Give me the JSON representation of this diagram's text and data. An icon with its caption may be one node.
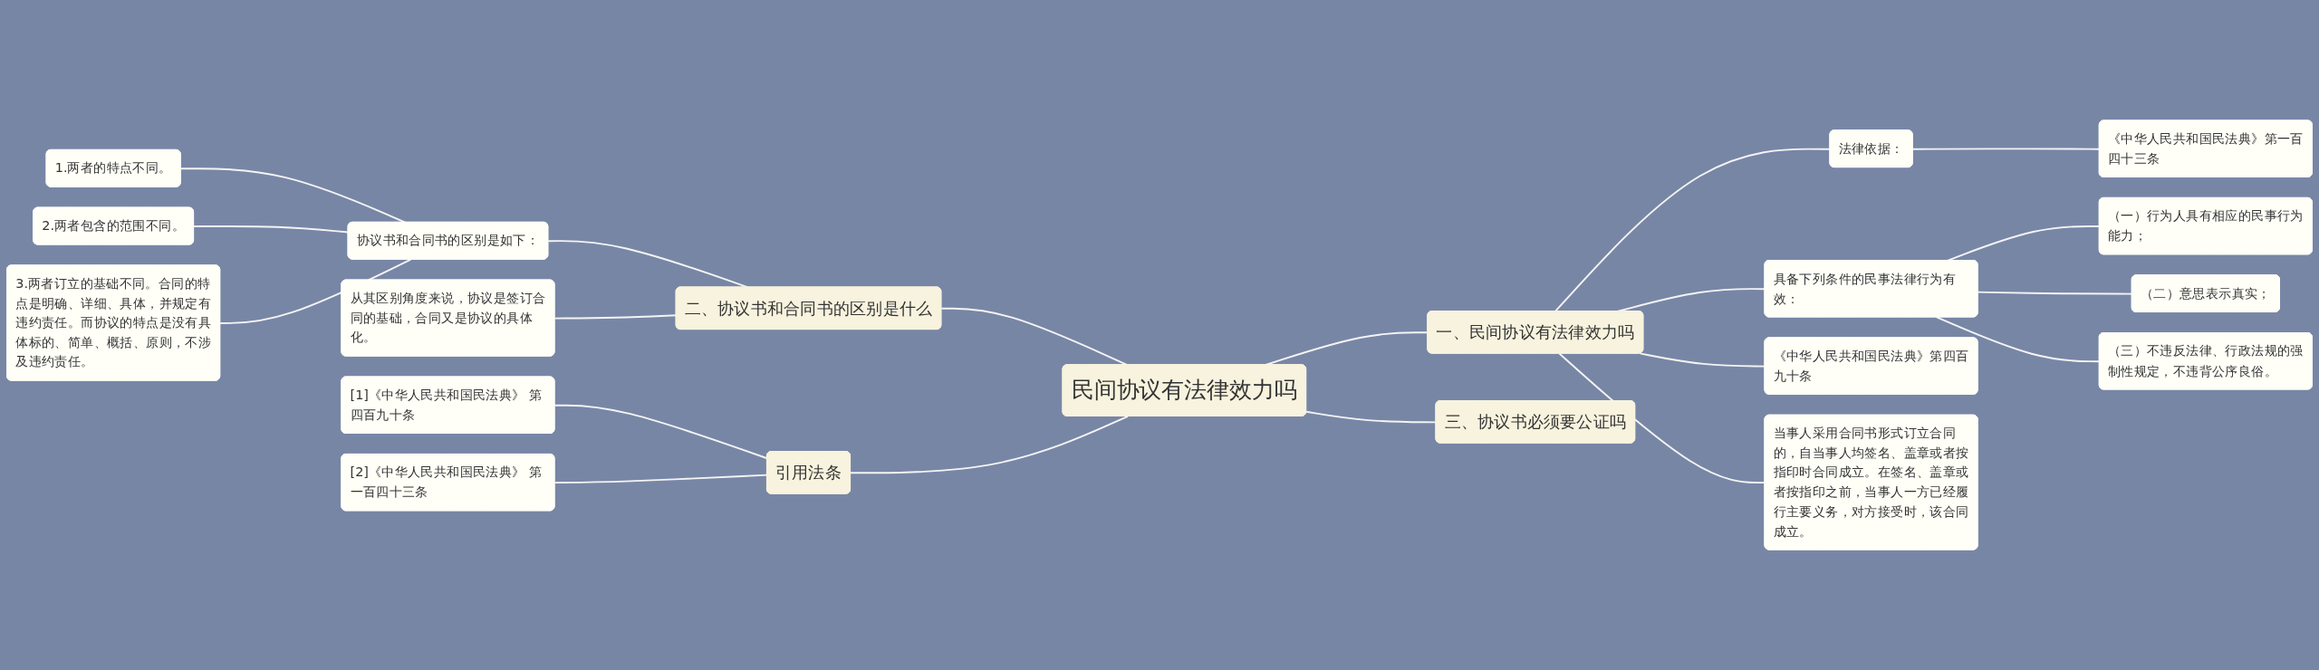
{
  "diagram": {
    "nodes": [
      {
        "text": [
          "民间协议有法律效力吗"
        ]
      },
      {
        "text": [
          "二、协议书和合同书的区别是什么"
        ]
      },
      {
        "text": [
          "协议书和合同书的区别是如下："
        ]
      },
      {
        "text": [
          "1.两者的特点不同。"
        ]
      },
      {
        "text": [
          "2.两者包含的范围不同。"
        ]
      },
      {
        "text": [
          "3.两者订立的基础不同。合同的特点是明确、详细、具体，并规定有违约责任。而协议的特点是没有具体标的、简单、概括、原则，不涉及违约责任。"
        ]
      },
      {
        "text": [
          "从其区别角度来说，协议是签订合同的基础，合同又是协议的具体化。"
        ]
      },
      {
        "text": [
          "引用法条"
        ]
      },
      {
        "text": [
          "[1]《中华人民共和国民法典》 第四百九十条"
        ]
      },
      {
        "text": [
          "[2]《中华人民共和国民法典》 第一百四十三条"
        ]
      },
      {
        "text": [
          "一、民间协议有法律效力吗"
        ]
      },
      {
        "text": [
          "法律依据："
        ]
      },
      {
        "text": [
          "《中华人民共和国民法典》第一百四十三条"
        ]
      },
      {
        "text": [
          "具备下列条件的民事法律行为有效："
        ]
      },
      {
        "text": [
          "（一）行为人具有相应的民事行为能力；"
        ]
      },
      {
        "text": [
          "（二）意思表示真实；"
        ]
      },
      {
        "text": [
          "（三）不违反法律、行政法规的强制性规定，不违背公序良俗。"
        ]
      },
      {
        "text": [
          "《中华人民共和国民法典》第四百九十条"
        ]
      },
      {
        "text": [
          "当事人采用合同书形式订立合同的，自当事人均签名、盖章或者按指印时合同成立。在签名、盖章或者按指印之前，当事人一方已经履行主要义务，对方接受时，该合同成立。"
        ]
      },
      {
        "text": [
          "三、协议书必须要公证吗"
        ]
      }
    ],
    "edges": [
      {
        "from": 1,
        "to": 0,
        "arrow": "none"
      },
      {
        "from": 2,
        "to": 1,
        "arrow": "none"
      },
      {
        "from": 3,
        "to": 2,
        "arrow": "none"
      },
      {
        "from": 4,
        "to": 2,
        "arrow": "none"
      },
      {
        "from": 5,
        "to": 2,
        "arrow": "none"
      },
      {
        "from": 6,
        "to": 1,
        "arrow": "none"
      },
      {
        "from": 7,
        "to": 0,
        "arrow": "none"
      },
      {
        "from": 8,
        "to": 7,
        "arrow": "none"
      },
      {
        "from": 9,
        "to": 7,
        "arrow": "none"
      },
      {
        "from": 0,
        "to": 10,
        "arrow": "none"
      },
      {
        "from": 10,
        "to": 11,
        "arrow": "none"
      },
      {
        "from": 11,
        "to": 12,
        "arrow": "none"
      },
      {
        "from": 10,
        "to": 13,
        "arrow": "none"
      },
      {
        "from": 13,
        "to": 14,
        "arrow": "none"
      },
      {
        "from": 13,
        "to": 15,
        "arrow": "none"
      },
      {
        "from": 13,
        "to": 16,
        "arrow": "none"
      },
      {
        "from": 10,
        "to": 17,
        "arrow": "none"
      },
      {
        "from": 10,
        "to": 18,
        "arrow": "none"
      },
      {
        "from": 0,
        "to": 19,
        "arrow": "none"
      }
    ]
  }
}
